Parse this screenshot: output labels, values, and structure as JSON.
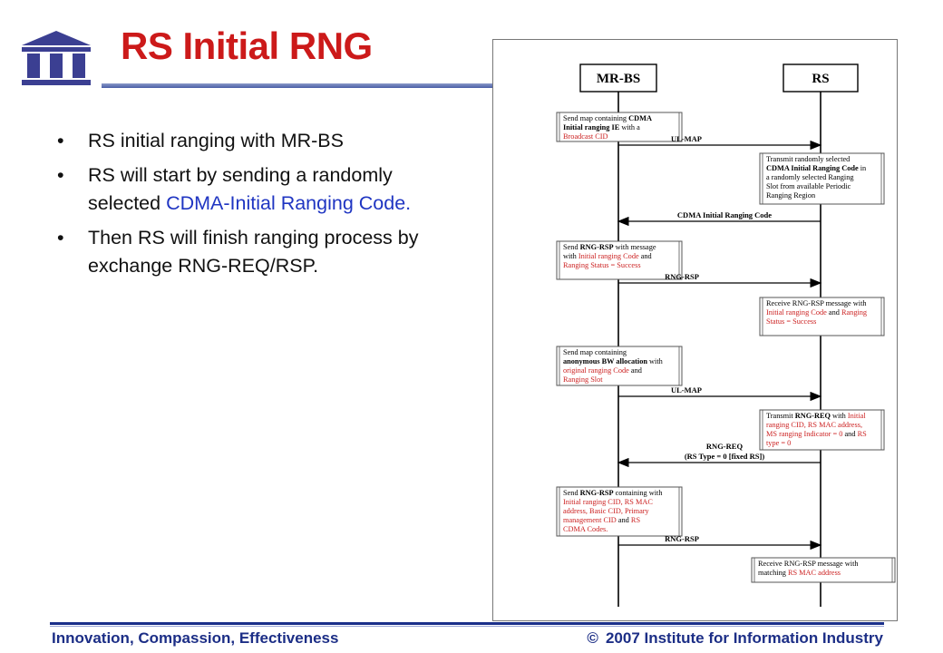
{
  "slide": {
    "title": "RS Initial RNG",
    "bullets": [
      {
        "parts": [
          {
            "text": "RS initial ranging with MR-BS",
            "hl": false
          }
        ]
      },
      {
        "parts": [
          {
            "text": "RS will start by sending a randomly selected ",
            "hl": false
          },
          {
            "text": "CDMA-Initial Ranging Code.",
            "hl": true
          }
        ]
      },
      {
        "parts": [
          {
            "text": "Then RS will finish ranging process by exchange RNG-REQ/RSP.",
            "hl": false
          }
        ]
      }
    ]
  },
  "footer": {
    "left": "Innovation, Compassion, Effectiveness",
    "copyright_symbol": "©",
    "right": "2007 Institute for Information Industry"
  },
  "colors": {
    "title": "#cc1a1a",
    "highlight": "#1f35c2",
    "footer": "#1c2e86",
    "logo": "#3b3f92",
    "diagram_red": "#cc2222"
  },
  "icons": {
    "logo": "iii-building-logo"
  },
  "diagram": {
    "entities": [
      "MR-BS",
      "RS"
    ],
    "notes": [
      {
        "side": "MR-BS",
        "lines": [
          [
            {
              "t": "Send map containing "
            },
            {
              "t": "CDMA",
              "b": true
            }
          ],
          [
            {
              "t": "Initial ranging IE",
              "b": true
            },
            {
              "t": " with a"
            }
          ],
          [
            {
              "t": "Broadcast CID",
              "r": true
            }
          ]
        ]
      },
      {
        "side": "RS",
        "lines": [
          [
            {
              "t": "Transmit randomly selected"
            }
          ],
          [
            {
              "t": "CDMA Initial Ranging Code",
              "b": true
            },
            {
              "t": " in"
            }
          ],
          [
            {
              "t": "a  randomly selected Ranging"
            }
          ],
          [
            {
              "t": "Slot from available Periodic"
            }
          ],
          [
            {
              "t": "Ranging Region"
            }
          ]
        ]
      },
      {
        "side": "MR-BS",
        "lines": [
          [
            {
              "t": "Send "
            },
            {
              "t": "RNG-RSP",
              "b": true
            },
            {
              "t": " with  message"
            }
          ],
          [
            {
              "t": "with "
            },
            {
              "t": "Initial ranging Code",
              "r": true
            },
            {
              "t": " and"
            }
          ],
          [
            {
              "t": "Ranging Status = Success",
              "r": true
            }
          ]
        ]
      },
      {
        "side": "RS",
        "lines": [
          [
            {
              "t": "Receive RNG-RSP message with"
            }
          ],
          [
            {
              "t": "Initial ranging Code",
              "r": true
            },
            {
              "t": " and "
            },
            {
              "t": "Ranging",
              "r": true
            }
          ],
          [
            {
              "t": "Status = Success",
              "r": true
            }
          ]
        ]
      },
      {
        "side": "MR-BS",
        "lines": [
          [
            {
              "t": "Send map containing"
            }
          ],
          [
            {
              "t": "anonymous BW allocation",
              "b": true
            },
            {
              "t": " with"
            }
          ],
          [
            {
              "t": "original ranging Code",
              "r": true
            },
            {
              "t": " and"
            }
          ],
          [
            {
              "t": "Ranging Slot",
              "r": true
            }
          ]
        ]
      },
      {
        "side": "RS",
        "lines": [
          [
            {
              "t": "Transmit "
            },
            {
              "t": "RNG-REQ",
              "b": true
            },
            {
              "t": " with "
            },
            {
              "t": "Initial",
              "r": true
            }
          ],
          [
            {
              "t": "ranging CID, RS MAC address,",
              "r": true
            }
          ],
          [
            {
              "t": "MS ranging Indicator = 0",
              "r": true
            },
            {
              "t": " and "
            },
            {
              "t": "RS",
              "r": true
            }
          ],
          [
            {
              "t": "type = 0",
              "r": true
            }
          ]
        ]
      },
      {
        "side": "MR-BS",
        "lines": [
          [
            {
              "t": "Send "
            },
            {
              "t": "RNG-RSP",
              "b": true
            },
            {
              "t": " containing with"
            }
          ],
          [
            {
              "t": "Initial ranging CID, RS MAC",
              "r": true
            }
          ],
          [
            {
              "t": "address, Basic CID, Primary",
              "r": true
            }
          ],
          [
            {
              "t": "management CID",
              "r": true
            },
            {
              "t": " and "
            },
            {
              "t": "RS",
              "r": true
            }
          ],
          [
            {
              "t": "CDMA Codes.",
              "r": true
            }
          ]
        ]
      },
      {
        "side": "RS",
        "lines": [
          [
            {
              "t": "Receive RNG-RSP message with"
            }
          ],
          [
            {
              "t": "matching "
            },
            {
              "t": "RS MAC address",
              "r": true
            }
          ]
        ]
      }
    ],
    "messages": [
      {
        "label": [
          "UL-MAP"
        ],
        "direction": "to-RS"
      },
      {
        "label": [
          "CDMA Initial Ranging Code"
        ],
        "direction": "to-MR-BS"
      },
      {
        "label": [
          "RNG-RSP"
        ],
        "direction": "to-RS"
      },
      {
        "label": [
          "UL-MAP"
        ],
        "direction": "to-RS"
      },
      {
        "label": [
          "RNG-REQ",
          "(RS Type = 0 [fixed RS])"
        ],
        "direction": "to-MR-BS"
      },
      {
        "label": [
          "RNG-RSP"
        ],
        "direction": "to-RS"
      }
    ]
  }
}
